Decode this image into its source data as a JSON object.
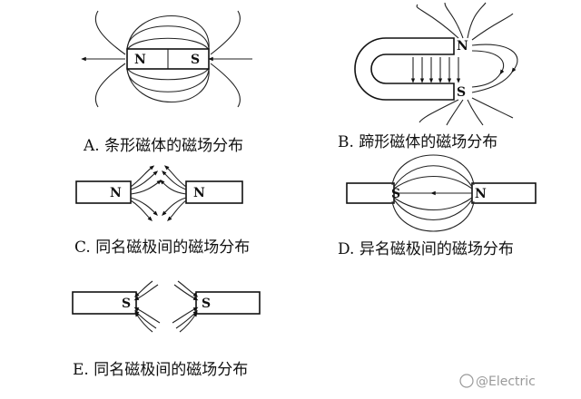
{
  "captions": {
    "a": "A. 条形磁体的磁场分布",
    "b": "B. 蹄形磁体的磁场分布",
    "c": "C. 同名磁极间的磁场分布",
    "d": "D. 异名磁极间的磁场分布",
    "e": "E. 同名磁极间的磁场分布"
  },
  "poles": {
    "a_left": "N",
    "a_right": "S",
    "b_top": "N",
    "b_bottom": "S",
    "c_left": "N",
    "c_right": "N",
    "d_left": "S",
    "d_right": "N",
    "e_left": "S",
    "e_right": "S"
  },
  "watermark": "@Electric"
}
